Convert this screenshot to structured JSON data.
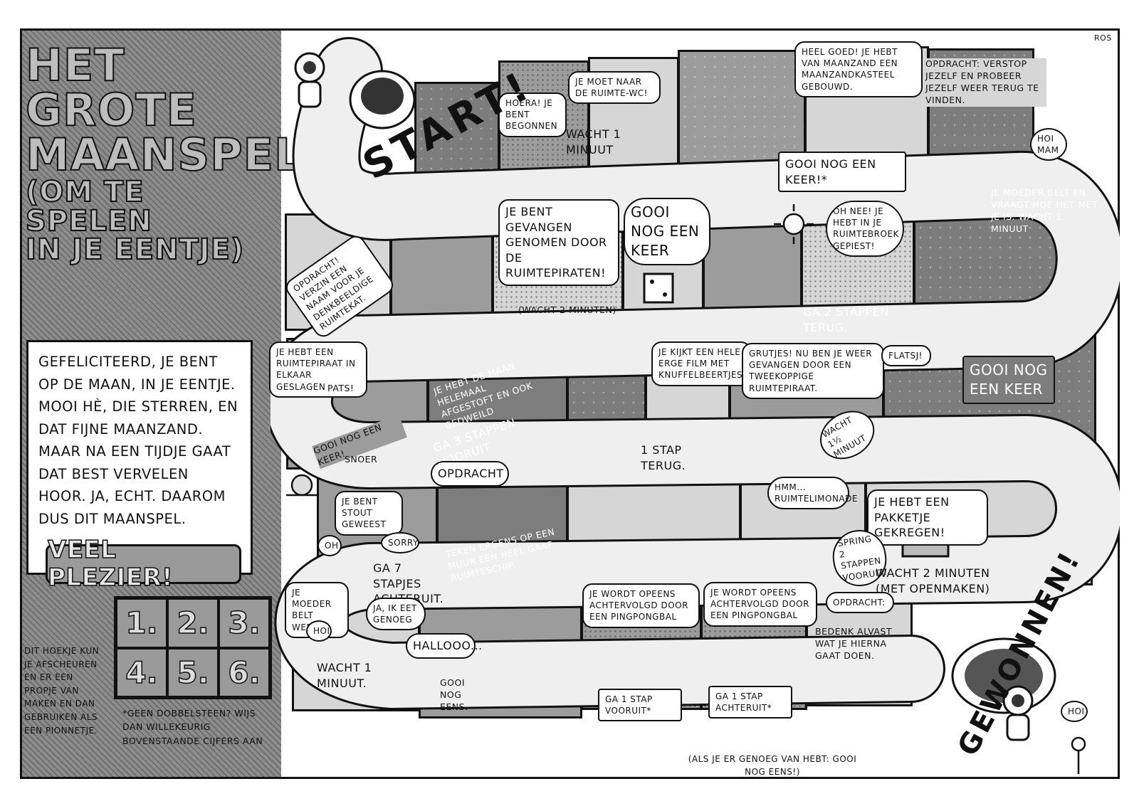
{
  "title": {
    "line1": "HET GROTE",
    "line2": "MAANSPEL",
    "line3": "(OM TE SPELEN",
    "line4": "IN JE EENTJE)"
  },
  "intro": "Gefeliciteerd, je bent op de maan, in je eentje. Mooi hè, die sterren, en dat fijne maanzand. Maar na een tijdje gaat dat best vervelen hoor. Ja, echt. Daarom dus dit maanspel.",
  "plezier": "VEEL PLEZIER!",
  "dice": [
    "1.",
    "2.",
    "3.",
    "4.",
    "5.",
    "6."
  ],
  "corner_note": "Dit hoekje kun je afscheuren en er een propje van maken en dan gebruiken als een pionnetje.",
  "dice_note": "*Geen dobbelsteen? Wijs dan willekeurig bovenstaande cijfers aan",
  "start": "START!",
  "gewonnen": "GEWONNEN!",
  "signature": "ROS",
  "bottom_note": "(Als je er genoeg van hebt: gooi nog eens!)",
  "row1": {
    "sq1": "Hoera! Je bent begonnen",
    "sq2_bubble": "Je moet naar de ruimte-wc!",
    "sq2_label": "Wacht 1 minuut",
    "sq4": "Heel goed! Je hebt van maanzand een maanzandkasteel gebouwd.",
    "sq4_sign": "Gooi nog een keer!*",
    "sq5": "Opdracht: verstop jezelf en probeer jezelf weer terug te vinden.",
    "sq6_bubble": "Hoi mam",
    "sq6_label": "Je moeder belt en vraagt hoe het met je is. Wacht 1 minuut"
  },
  "row2": {
    "sq1": "Opdracht! Verzin een naam voor je denkbeeldige ruimtekat.",
    "sq3_bubble": "Je bent gevangen genomen door de ruimtepiraten!",
    "sq3_label": "(Wacht 2 minuten)",
    "sq4_bubble": "Gooi nog een keer",
    "sq6_bubble": "Oh nee! Je hebt in je ruimtebroek gepiest!",
    "sq6_label": "Ga 2 stappen terug."
  },
  "row3": {
    "sq1_bubble": "Je hebt een ruimtepiraat in elkaar geslagen",
    "sq1_pats": "PATS!",
    "sq1_label": "Gooi nog een keer!",
    "sq1_snoer": "snoer",
    "sq2": "Je hebt de maan helemaal afgestoft en ook gedweild",
    "sq2_label": "Ga 3 stappen vooruit",
    "sq4_bubble": "Je kijkt een hele erge film met knuffelbeertjes.",
    "sq4_label": "1 stap terug.",
    "sq5_bubble": "Grutjes! Nu ben je weer gevangen door een tweekoppige ruimtepiraat.",
    "sq5_label": "Wacht 1½ minuut",
    "sq6_flatsj": "FLATSJ!",
    "sq6_sign": "Gooi nog een keer"
  },
  "row4": {
    "sq1_bubble": "Je bent stout geweest",
    "sq1_oh": "Oh",
    "sq1_sorry": "Sorry",
    "sq1_label": "Ga 7 stapjes achteruit.",
    "sq2_bubble": "Opdracht",
    "sq2_label": "Teken ergens op een muur een heel gaaf ruimteschip.",
    "sq4_bubble": "Hmm... ruimtelimonade",
    "sq5_bubble": "Je hebt een pakketje gekregen!",
    "sq5_spring": "Spring 2 stappen vooruit!",
    "sq5_label": "Wacht 2 minuten (met openmaken)"
  },
  "row5": {
    "sq1_bubble": "Je moeder belt weer",
    "sq1_hoi": "Hoi",
    "sq1_ja": "Ja, ik eet genoeg",
    "sq1_label": "Wacht 1 minuut.",
    "sq2_bubble": "Hallooo...",
    "sq2_gooi": "Gooi nog eens.",
    "sq3_bubble": "Je wordt opeens achtervolgd door een pingpongbal",
    "sq3_label": "Ga 1 stap vooruit*",
    "sq4_bubble": "Je wordt opeens achtervolgd door een pingpongbal",
    "sq4_label": "Ga 1 stap achteruit*",
    "sq5_bubble": "Opdracht:",
    "sq5_label": "Bedenk alvast wat je hierna gaat doen.",
    "end_hoi": "Hoi"
  }
}
